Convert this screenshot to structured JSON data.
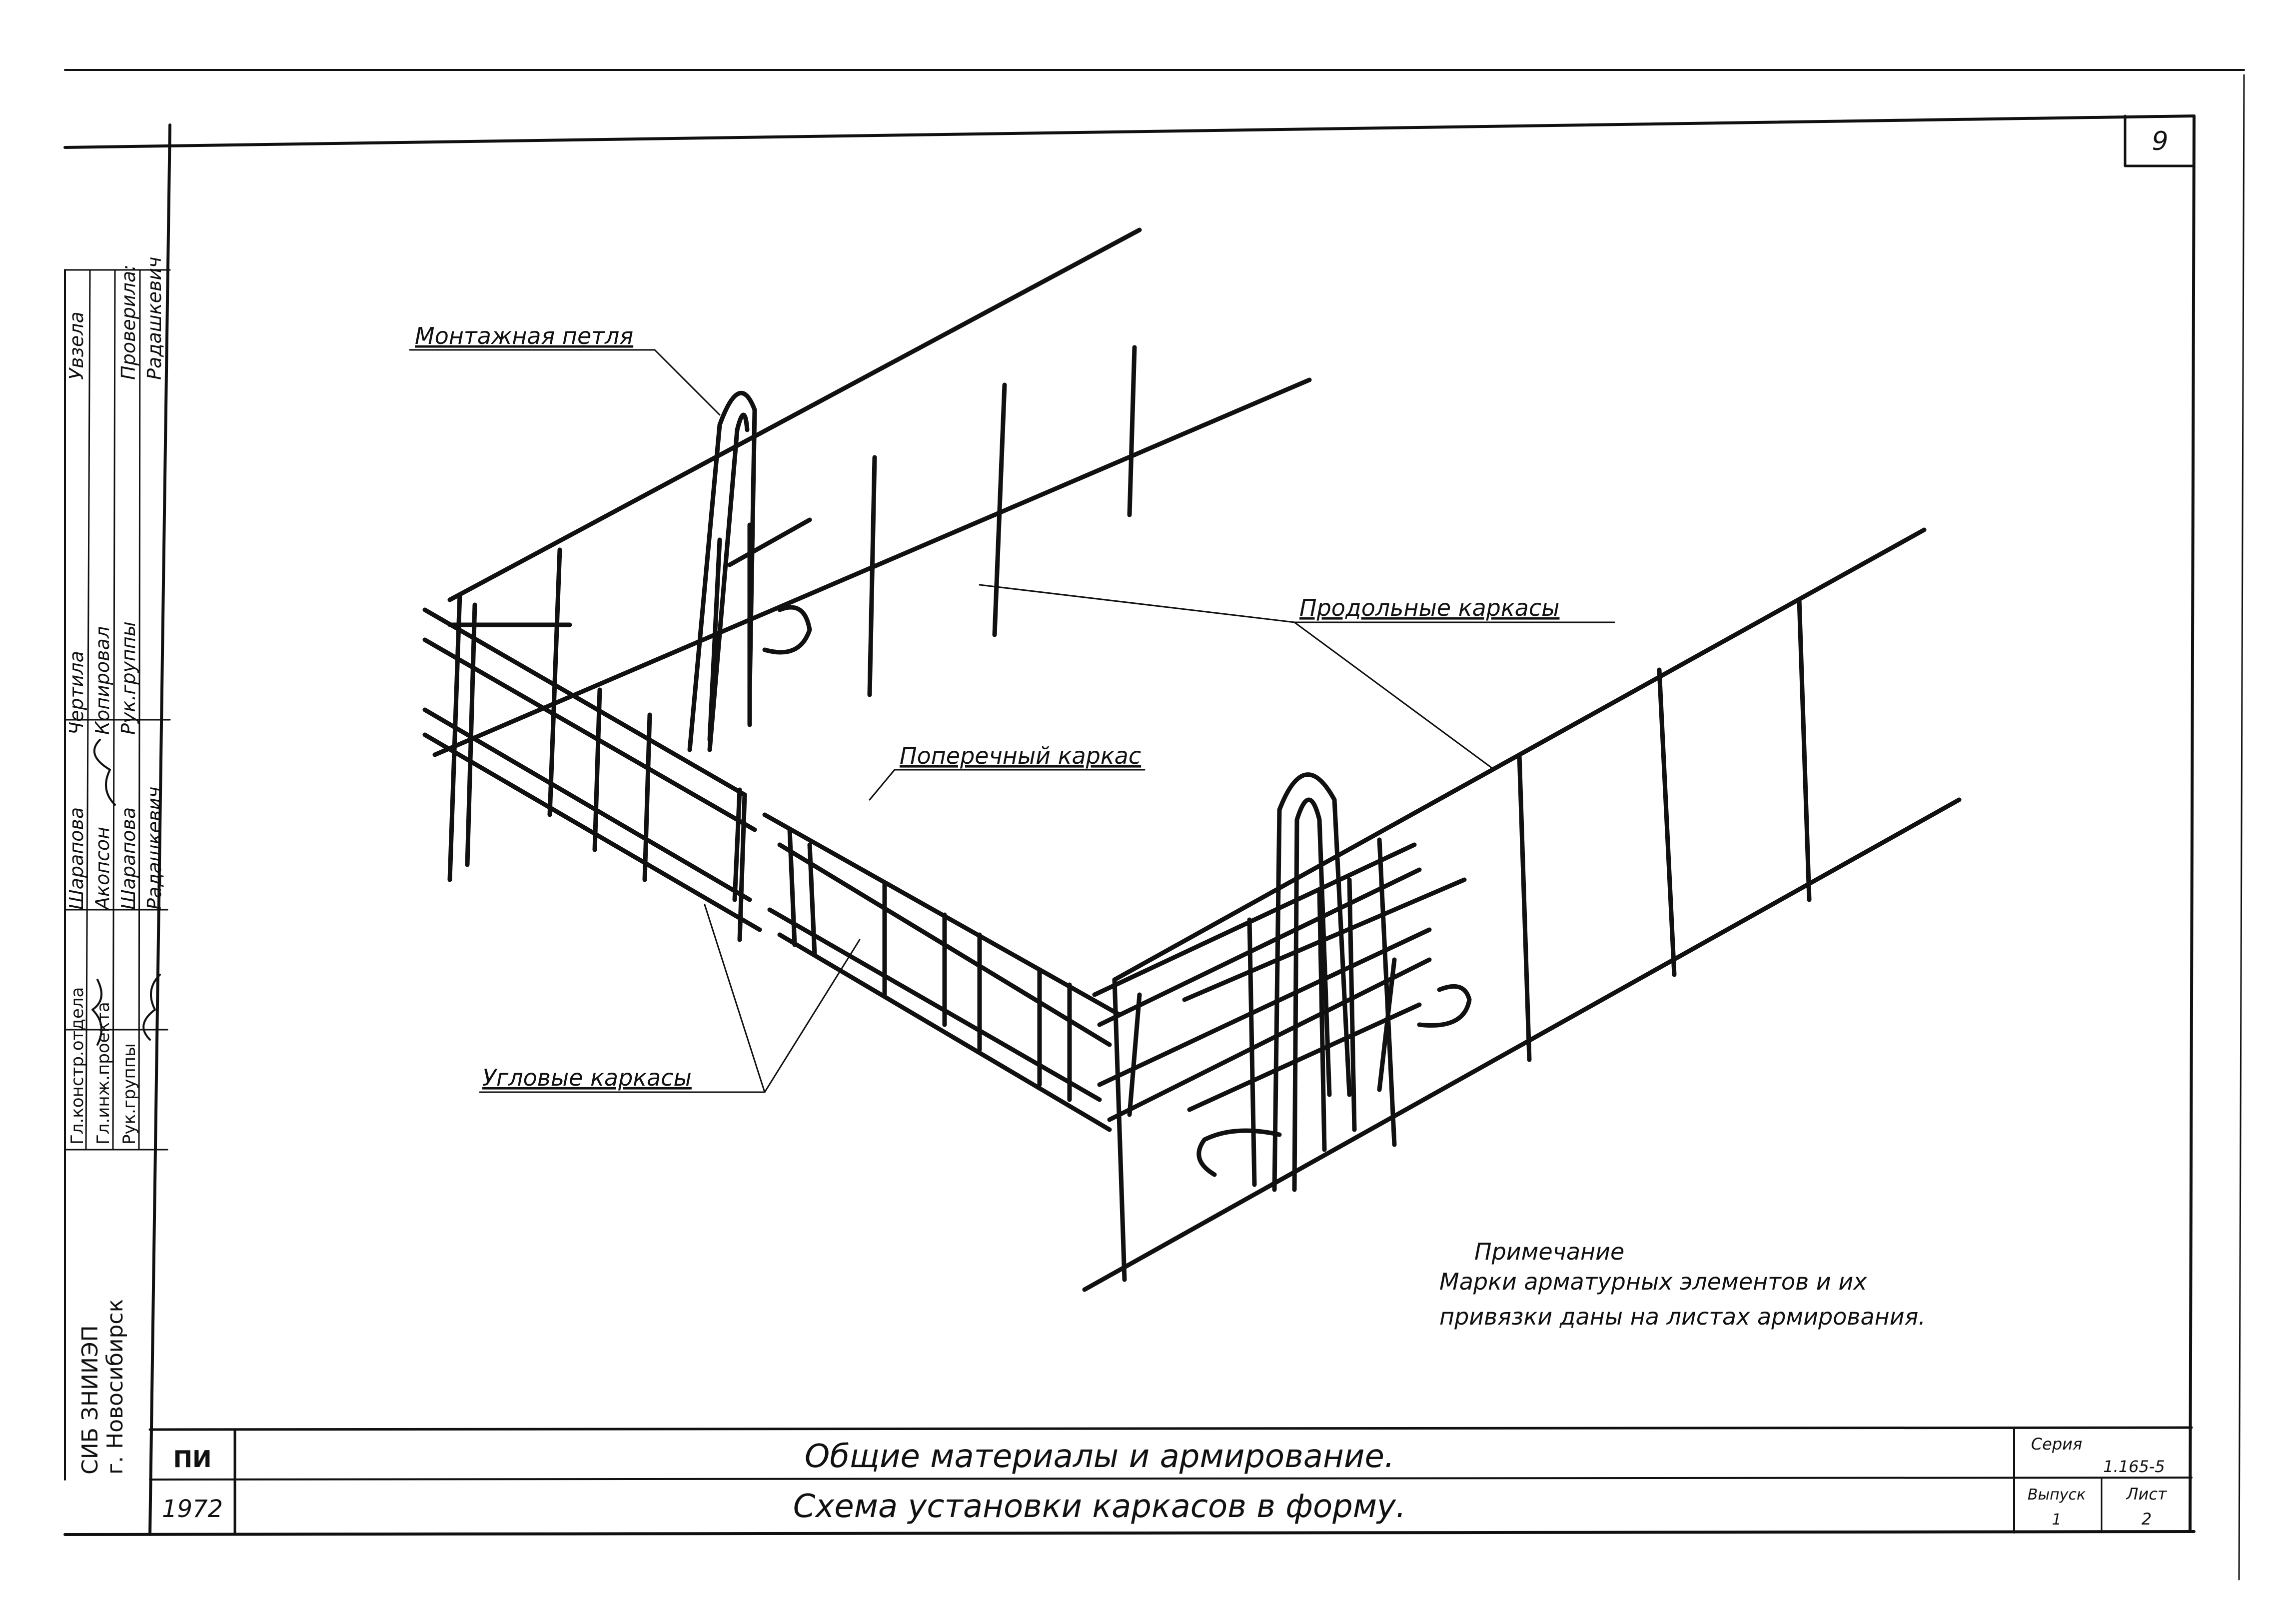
{
  "sheet": {
    "page_number": "9",
    "title_line_1": "Общие материалы и армирование.",
    "title_line_2": "Схема установки каркасов в форму.",
    "org_mark": "ПИ",
    "year": "1972",
    "series_label": "Серия",
    "series_value": "1.165-5",
    "issue_label": "Выпуск",
    "issue_value": "1",
    "sheet_label": "Лист",
    "sheet_value": "2"
  },
  "stamp": {
    "org_line_1": "СИБ ЗНИИЭП",
    "org_line_2": "г. Новосибирск",
    "rows": [
      {
        "role": "Гл.констр.отдела",
        "name": "Шарапова",
        "action": "Чертила",
        "extra": "Увзела"
      },
      {
        "role": "Гл.инж.проекта",
        "name": "Акопсон",
        "action": "Копировал",
        "extra": ""
      },
      {
        "role": "Рук.группы",
        "name": "Шарапова",
        "action": "Рук.группы",
        "extra": "Проверила:"
      },
      {
        "role": "",
        "name": "Радашкевич",
        "action": "",
        "extra": "Радашкевич"
      }
    ]
  },
  "labels": {
    "lifting_loop": "Монтажная петля",
    "longitudinal_frames": "Продольные каркасы",
    "transverse_frame": "Поперечный каркас",
    "corner_frames": "Угловые каркасы"
  },
  "note": {
    "heading": "Примечание",
    "line_1": "Марки арматурных элементов и их",
    "line_2": "привязки даны на листах армирования."
  }
}
